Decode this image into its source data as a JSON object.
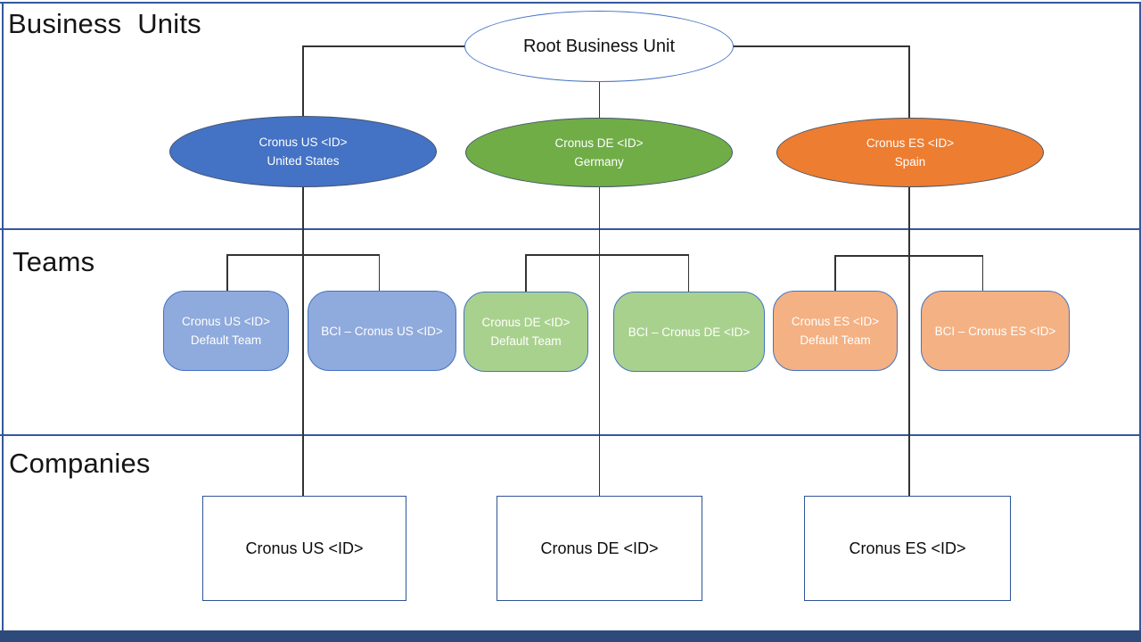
{
  "bands": {
    "business_units_label": "Business Units",
    "teams_label": "Teams",
    "companies_label": "Companies"
  },
  "root_node": {
    "label": "Root Business Unit"
  },
  "business_units": [
    {
      "name": "Cronus US <ID>",
      "region": "United States",
      "fill": "#4472C4"
    },
    {
      "name": "Cronus DE <ID>",
      "region": "Germany",
      "fill": "#70AD47"
    },
    {
      "name": "Cronus ES <ID>",
      "region": "Spain",
      "fill": "#ED7D31"
    }
  ],
  "teams": [
    {
      "line1": "Cronus US <ID>",
      "line2": "Default Team",
      "fill": "#8FAADC"
    },
    {
      "line1": "BCI – Cronus US <ID>",
      "line2": "",
      "fill": "#8FAADC"
    },
    {
      "line1": "Cronus DE <ID>",
      "line2": "Default Team",
      "fill": "#A9D18E"
    },
    {
      "line1": "BCI – Cronus DE <ID>",
      "line2": "",
      "fill": "#A9D18E"
    },
    {
      "line1": "Cronus ES <ID>",
      "line2": "Default Team",
      "fill": "#F4B183"
    },
    {
      "line1": "BCI – Cronus ES <ID>",
      "line2": "",
      "fill": "#F4B183"
    }
  ],
  "companies": [
    {
      "label": "Cronus US <ID>"
    },
    {
      "label": "Cronus DE <ID>"
    },
    {
      "label": "Cronus ES <ID>"
    }
  ],
  "colors": {
    "frame": "#35589B",
    "bottom_bar": "#2E4A7B",
    "connector": "#333333",
    "root_border": "#4472C4",
    "ellipse_border": "#44546A",
    "team_border": "#4472C4",
    "company_border": "#2F5496"
  }
}
